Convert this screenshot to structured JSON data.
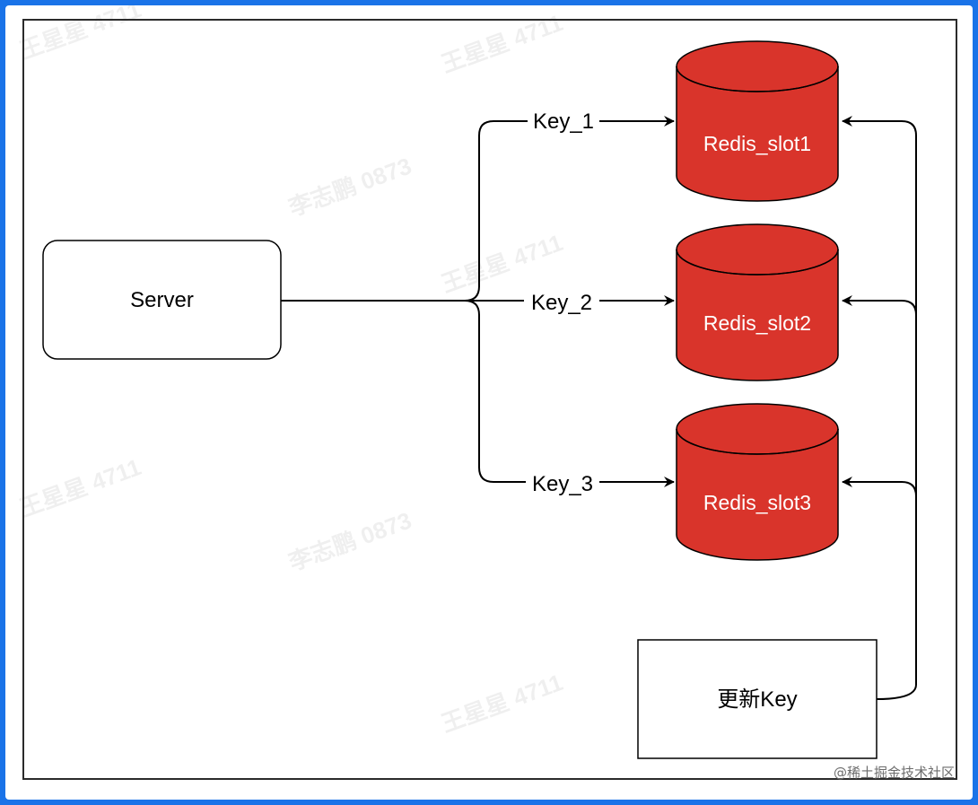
{
  "diagram": {
    "server_label": "Server",
    "edges": [
      {
        "label": "Key_1"
      },
      {
        "label": "Key_2"
      },
      {
        "label": "Key_3"
      }
    ],
    "slots": [
      {
        "label": "Redis_slot1"
      },
      {
        "label": "Redis_slot2"
      },
      {
        "label": "Redis_slot3"
      }
    ],
    "update_label": "更新Key"
  },
  "watermarks": [
    "王星星 4711",
    "李志鹏 0873"
  ],
  "credit": "@稀土掘金技术社区",
  "colors": {
    "slot_fill": "#d9342b",
    "slot_text": "#ffffff",
    "line": "#000000",
    "frame_border": "#1a73e8"
  }
}
